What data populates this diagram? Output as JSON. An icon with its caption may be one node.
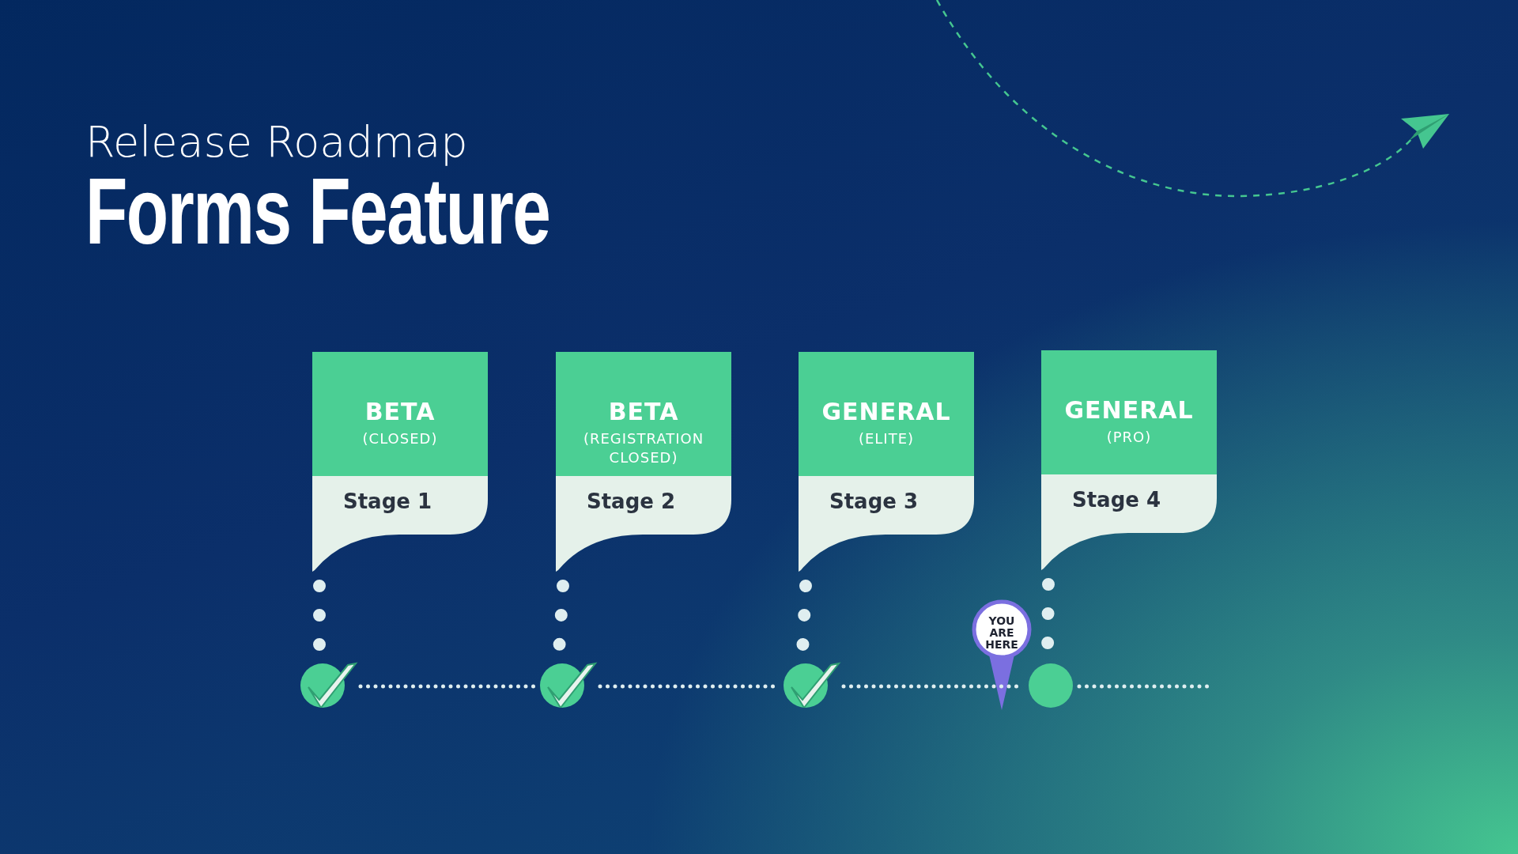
{
  "diagram": {
    "title": "Forms Feature",
    "nodes": [
      {
        "text": [
          "BETA",
          "(CLOSED)",
          "Stage 1"
        ]
      },
      {
        "text": [
          "BETA",
          "(REGISTRATION CLOSED)",
          "Stage 2"
        ]
      },
      {
        "text": [
          "GENERAL",
          "(ELITE)",
          "Stage 3"
        ]
      },
      {
        "text": [
          "GENERAL",
          "(PRO)",
          "Stage 4"
        ]
      },
      {
        "text": [],
        "shape": "checkmark"
      },
      {
        "text": [],
        "shape": "checkmark"
      },
      {
        "text": [],
        "shape": "checkmark"
      },
      {
        "text": [],
        "shape": "circle"
      },
      {
        "text": [
          "YOU ARE HERE"
        ]
      }
    ],
    "edges": [
      {
        "from": 0,
        "to": 4,
        "arrow": "none",
        "style": "dashed"
      },
      {
        "from": 1,
        "to": 5,
        "arrow": "none",
        "style": "dashed"
      },
      {
        "from": 2,
        "to": 6,
        "arrow": "none",
        "style": "dashed"
      },
      {
        "from": 3,
        "to": 7,
        "arrow": "none",
        "style": "dashed"
      },
      {
        "from": 4,
        "to": 5,
        "arrow": "none",
        "style": "dashed"
      },
      {
        "from": 5,
        "to": 6,
        "arrow": "none",
        "style": "dashed"
      },
      {
        "from": 6,
        "to": 7,
        "arrow": "none",
        "style": "dashed"
      },
      {
        "from": 7,
        "to": null,
        "arrow": "none",
        "style": "dashed"
      }
    ],
    "labels": [
      "Release Roadmap"
    ]
  }
}
